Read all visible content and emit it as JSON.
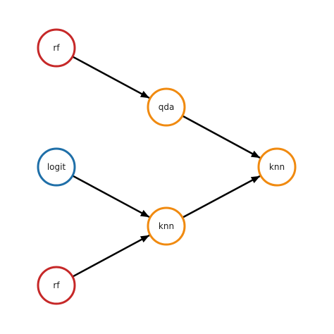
{
  "colors": {
    "red": "#c62828",
    "orange": "#f08a10",
    "blue": "#1f6fa8",
    "edge": "#000000"
  },
  "nodes": [
    {
      "id": "n_rf_top",
      "label": "rf",
      "color": "red"
    },
    {
      "id": "n_qda",
      "label": "qda",
      "color": "orange"
    },
    {
      "id": "n_logit",
      "label": "logit",
      "color": "blue"
    },
    {
      "id": "n_knn_final",
      "label": "knn",
      "color": "orange"
    },
    {
      "id": "n_knn_mid",
      "label": "knn",
      "color": "orange"
    },
    {
      "id": "n_rf_bottom",
      "label": "rf",
      "color": "red"
    }
  ],
  "edges": [
    {
      "from": "n_rf_top",
      "to": "n_qda"
    },
    {
      "from": "n_qda",
      "to": "n_knn_final"
    },
    {
      "from": "n_logit",
      "to": "n_knn_mid"
    },
    {
      "from": "n_rf_bottom",
      "to": "n_knn_mid"
    },
    {
      "from": "n_knn_mid",
      "to": "n_knn_final"
    }
  ]
}
